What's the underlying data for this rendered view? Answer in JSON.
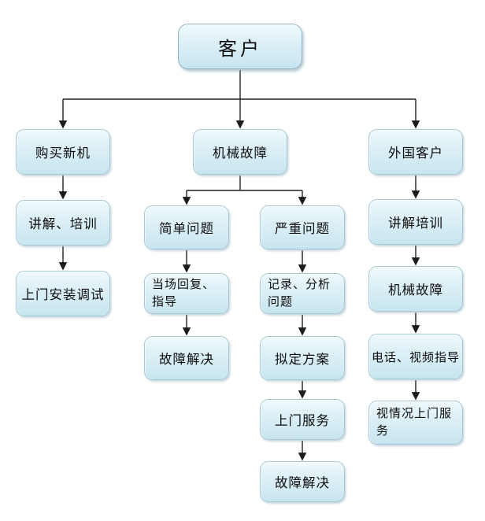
{
  "diagram": {
    "title": "customer-service-flowchart",
    "colors": {
      "background": "#ffffff",
      "box_fill_top": "#f0f9fc",
      "box_fill_bottom": "#c7e5f0",
      "box_border": "#a6c8d5",
      "line": "#222222",
      "text": "#0d0d0d"
    },
    "nodes": {
      "customer": {
        "label": "客户"
      },
      "buy_new": {
        "label": "购买新机"
      },
      "mech_fault": {
        "label": "机械故障"
      },
      "foreign": {
        "label": "外国客户"
      },
      "explain_train": {
        "label": "讲解、培训"
      },
      "onsite_install": {
        "label": "上门安装调试"
      },
      "simple_problem": {
        "label": "简单问题"
      },
      "serious_problem": {
        "label": "严重问题"
      },
      "onspot_reply": {
        "label": "当场回复、指导"
      },
      "fault_solved_1": {
        "label": "故障解决"
      },
      "record_analyze": {
        "label": "记录、分析问题"
      },
      "make_plan": {
        "label": "拟定方案"
      },
      "onsite_service": {
        "label": "上门服务"
      },
      "fault_solved_2": {
        "label": "故障解决"
      },
      "explain_train_2": {
        "label": "讲解培训"
      },
      "mech_fault_2": {
        "label": "机械故障"
      },
      "phone_video": {
        "label": "电话、视频指导"
      },
      "situational_onsite": {
        "label": "视情况上门服务"
      }
    },
    "edges": [
      {
        "type": "fanout",
        "from": "customer",
        "to": [
          "buy_new",
          "mech_fault",
          "foreign"
        ]
      },
      {
        "type": "fanout",
        "from": "mech_fault",
        "to": [
          "simple_problem",
          "serious_problem"
        ]
      },
      {
        "type": "straight",
        "from": "buy_new",
        "to": "explain_train"
      },
      {
        "type": "straight",
        "from": "explain_train",
        "to": "onsite_install"
      },
      {
        "type": "straight",
        "from": "simple_problem",
        "to": "onspot_reply"
      },
      {
        "type": "straight",
        "from": "onspot_reply",
        "to": "fault_solved_1"
      },
      {
        "type": "straight",
        "from": "serious_problem",
        "to": "record_analyze"
      },
      {
        "type": "straight",
        "from": "record_analyze",
        "to": "make_plan"
      },
      {
        "type": "straight",
        "from": "make_plan",
        "to": "onsite_service"
      },
      {
        "type": "straight",
        "from": "onsite_service",
        "to": "fault_solved_2"
      },
      {
        "type": "straight",
        "from": "foreign",
        "to": "explain_train_2"
      },
      {
        "type": "straight",
        "from": "explain_train_2",
        "to": "mech_fault_2"
      },
      {
        "type": "straight",
        "from": "mech_fault_2",
        "to": "phone_video"
      },
      {
        "type": "straight",
        "from": "phone_video",
        "to": "situational_onsite"
      }
    ]
  }
}
